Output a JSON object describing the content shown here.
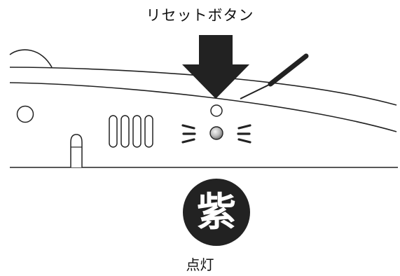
{
  "title": "リセットボタン",
  "badge": {
    "char": "紫",
    "background": "#222222",
    "text_color": "#ffffff"
  },
  "status": "点灯",
  "colors": {
    "line": "#222222",
    "lamp_light": "#f5f5f5",
    "lamp_dark": "#6f6f6f"
  }
}
